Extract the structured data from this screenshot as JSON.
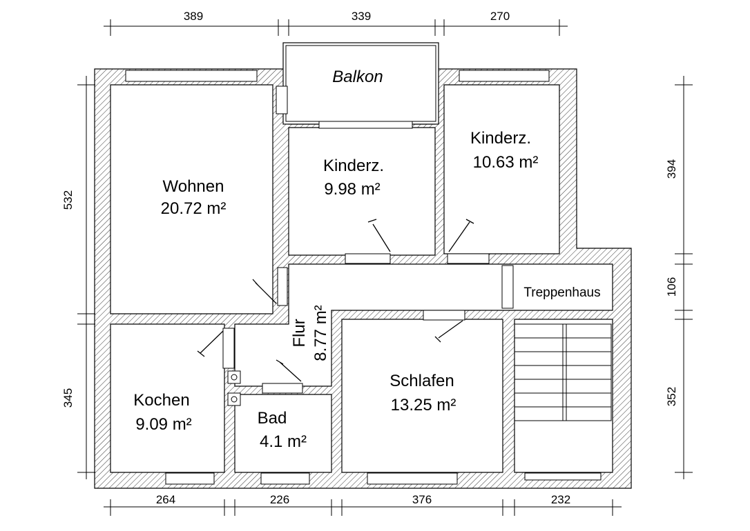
{
  "rooms": {
    "wohnen": {
      "name": "Wohnen",
      "area": "20.72 m²"
    },
    "kinderz1": {
      "name": "Kinderz.",
      "area": "9.98 m²"
    },
    "kinderz2": {
      "name": "Kinderz.",
      "area": "10.63 m²"
    },
    "kochen": {
      "name": "Kochen",
      "area": "9.09 m²"
    },
    "bad": {
      "name": "Bad",
      "area": "4.1 m²"
    },
    "schlafen": {
      "name": "Schlafen",
      "area": "13.25 m²"
    },
    "flur": {
      "name": "Flur",
      "area": "8.77 m²"
    },
    "balkon": {
      "name": "Balkon"
    },
    "treppenhaus": {
      "name": "Treppenhaus"
    }
  },
  "dimensions": {
    "top": [
      "389",
      "339",
      "270"
    ],
    "bottom": [
      "264",
      "226",
      "376",
      "232"
    ],
    "left": [
      "532",
      "345"
    ],
    "right": [
      "394",
      "106",
      "352"
    ]
  }
}
